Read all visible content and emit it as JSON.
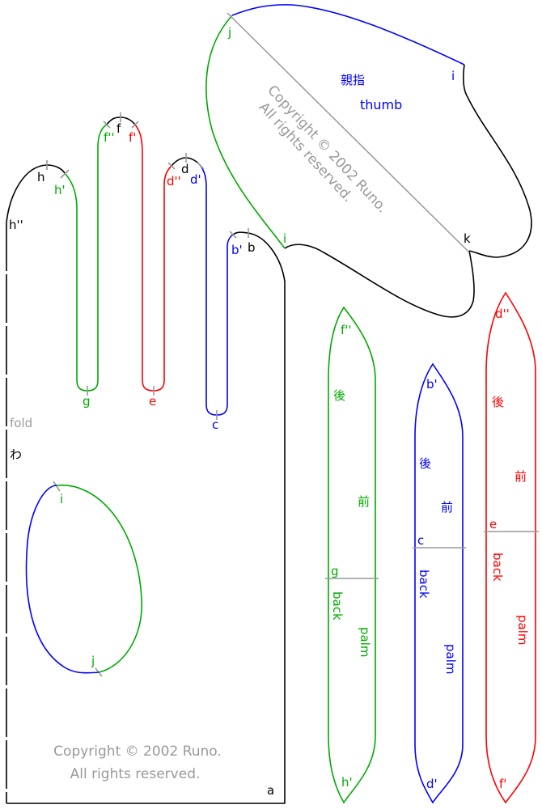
{
  "colors": {
    "black": "#000000",
    "green": "#00aa00",
    "red": "#ff0000",
    "blue": "#0000ff",
    "gray": "#999999"
  },
  "palm": {
    "labels": {
      "a": "a",
      "b": "b",
      "b1": "b'",
      "c": "c",
      "d": "d",
      "d1": "d'",
      "d2": "d''",
      "e": "e",
      "f": "f",
      "f1": "f'",
      "f2": "f''",
      "g": "g",
      "h": "h",
      "h1": "h'",
      "h2": "h''",
      "i": "i",
      "j": "j"
    },
    "fold_en": "fold",
    "fold_jp": "わ",
    "copyright_line1": "Copyright © 2002 Runo.",
    "copyright_line2": "All rights reserved."
  },
  "thumb": {
    "title_jp": "親指",
    "title_en": "thumb",
    "labels": {
      "j": "j",
      "i_top": "i",
      "i_bottom": "i",
      "k": "k"
    },
    "copyright_line1": "Copyright © 2002 Runo.",
    "copyright_line2": "All rights reserved."
  },
  "gussets": [
    {
      "top": "f''",
      "bottom": "h'",
      "mid": "g",
      "back_jp": "後",
      "front_jp": "前",
      "back": "back",
      "palm": "palm"
    },
    {
      "top": "b'",
      "bottom": "d'",
      "mid": "c",
      "back_jp": "後",
      "front_jp": "前",
      "back": "back",
      "palm": "palm"
    },
    {
      "top": "d''",
      "bottom": "f'",
      "mid": "e",
      "back_jp": "後",
      "front_jp": "前",
      "back": "back",
      "palm": "palm"
    }
  ]
}
